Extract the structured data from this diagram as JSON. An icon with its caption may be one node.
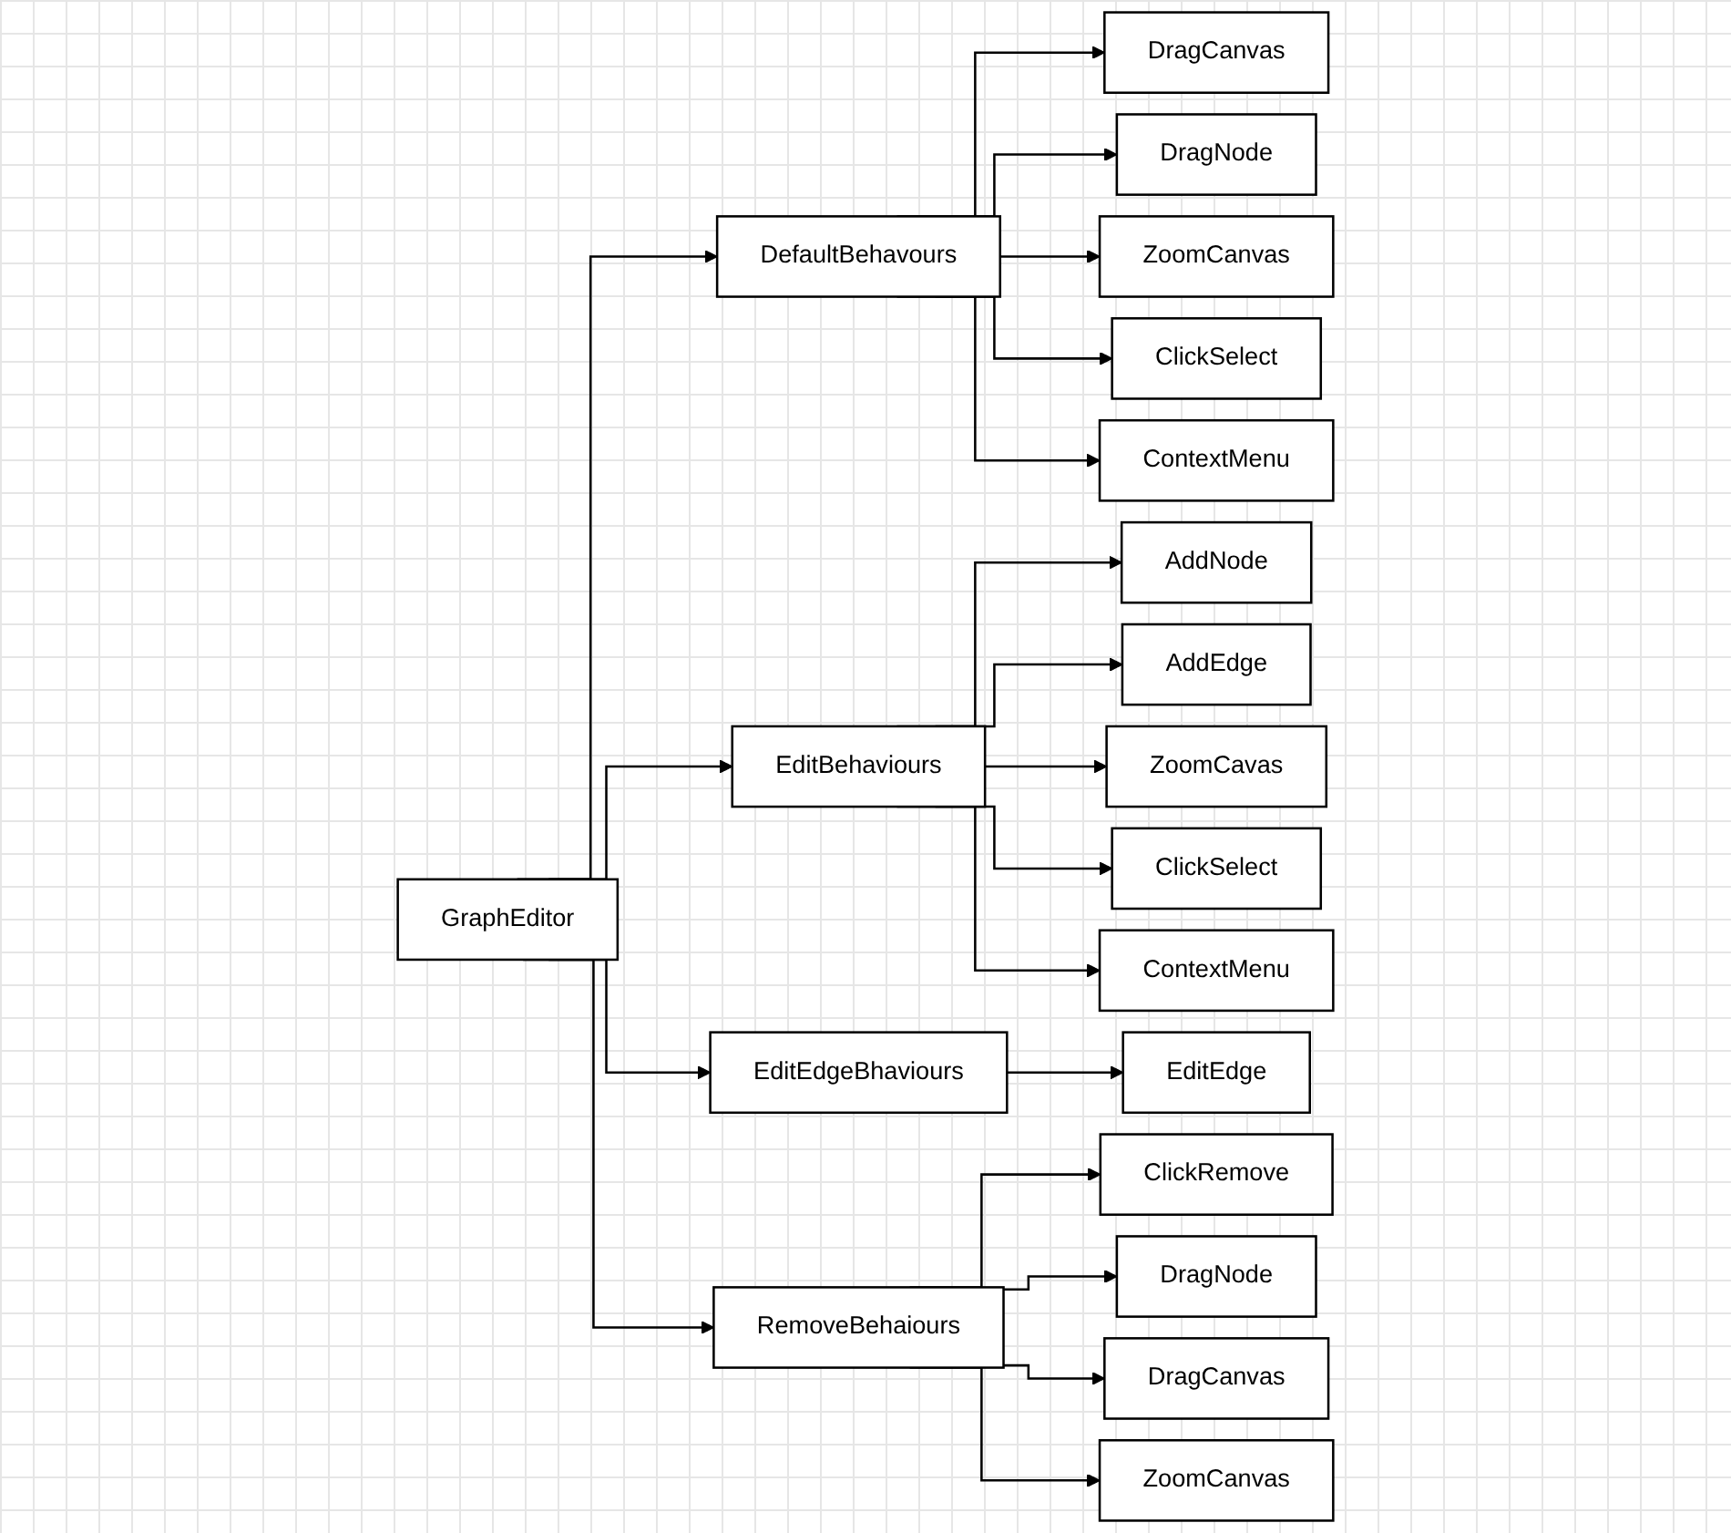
{
  "diagram": {
    "nodes": [
      {
        "text": [
          "GraphEditor"
        ]
      },
      {
        "text": [
          "DefaultBehavours"
        ]
      },
      {
        "text": [
          "EditBehaviours"
        ]
      },
      {
        "text": [
          "EditEdgeBhaviours"
        ]
      },
      {
        "text": [
          "RemoveBehaiours"
        ]
      },
      {
        "text": [
          "DragCanvas"
        ]
      },
      {
        "text": [
          "DragNode"
        ]
      },
      {
        "text": [
          "ZoomCanvas"
        ]
      },
      {
        "text": [
          "ClickSelect"
        ]
      },
      {
        "text": [
          "ContextMenu"
        ]
      },
      {
        "text": [
          "AddNode"
        ]
      },
      {
        "text": [
          "AddEdge"
        ]
      },
      {
        "text": [
          "ZoomCavas"
        ]
      },
      {
        "text": [
          "ClickSelect"
        ]
      },
      {
        "text": [
          "ContextMenu"
        ]
      },
      {
        "text": [
          "EditEdge"
        ]
      },
      {
        "text": [
          "ClickRemove"
        ]
      },
      {
        "text": [
          "DragNode"
        ]
      },
      {
        "text": [
          "DragCanvas"
        ]
      },
      {
        "text": [
          "ZoomCanvas"
        ]
      }
    ],
    "edges": [
      {
        "from": 0,
        "to": 1,
        "arrow": "to"
      },
      {
        "from": 0,
        "to": 2,
        "arrow": "to"
      },
      {
        "from": 0,
        "to": 3,
        "arrow": "to"
      },
      {
        "from": 0,
        "to": 4,
        "arrow": "to"
      },
      {
        "from": 1,
        "to": 5,
        "arrow": "to"
      },
      {
        "from": 1,
        "to": 6,
        "arrow": "to"
      },
      {
        "from": 1,
        "to": 7,
        "arrow": "to"
      },
      {
        "from": 1,
        "to": 8,
        "arrow": "to"
      },
      {
        "from": 1,
        "to": 9,
        "arrow": "to"
      },
      {
        "from": 2,
        "to": 10,
        "arrow": "to"
      },
      {
        "from": 2,
        "to": 11,
        "arrow": "to"
      },
      {
        "from": 2,
        "to": 12,
        "arrow": "to"
      },
      {
        "from": 2,
        "to": 13,
        "arrow": "to"
      },
      {
        "from": 2,
        "to": 14,
        "arrow": "to"
      },
      {
        "from": 3,
        "to": 15,
        "arrow": "to"
      },
      {
        "from": 4,
        "to": 16,
        "arrow": "to"
      },
      {
        "from": 4,
        "to": 17,
        "arrow": "to"
      },
      {
        "from": 4,
        "to": 18,
        "arrow": "to"
      },
      {
        "from": 4,
        "to": 19,
        "arrow": "to"
      }
    ]
  }
}
